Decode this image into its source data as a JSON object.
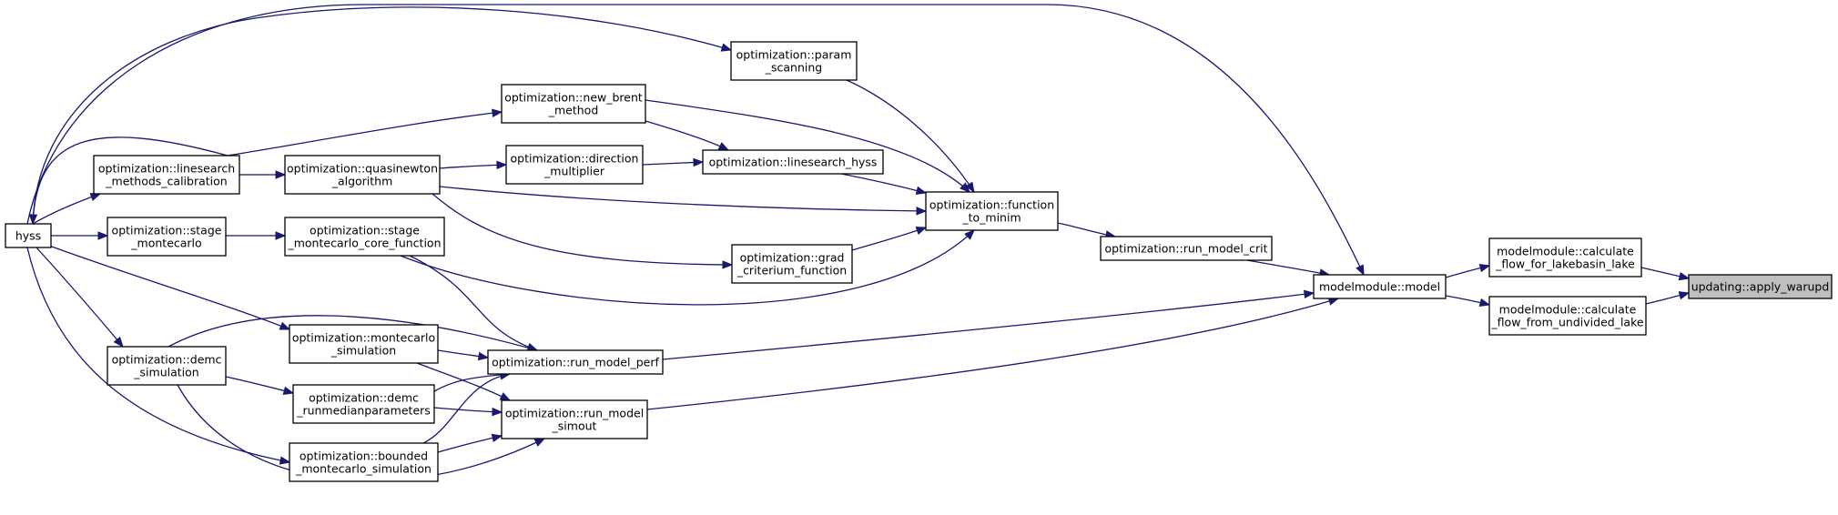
{
  "graph": {
    "nodes": [
      {
        "id": "hyss",
        "lines": [
          "hyss"
        ]
      },
      {
        "id": "ls_calib",
        "lines": [
          "optimization::linesearch",
          "_methods_calibration"
        ]
      },
      {
        "id": "stage_mc",
        "lines": [
          "optimization::stage",
          "_montecarlo"
        ]
      },
      {
        "id": "demc_sim",
        "lines": [
          "optimization::demc",
          "_simulation"
        ]
      },
      {
        "id": "quasinewton",
        "lines": [
          "optimization::quasinewton",
          "_algorithm"
        ]
      },
      {
        "id": "stage_core",
        "lines": [
          "optimization::stage",
          "_montecarlo_core_function"
        ]
      },
      {
        "id": "mc_sim",
        "lines": [
          "optimization::montecarlo",
          "_simulation"
        ]
      },
      {
        "id": "demc_runmed",
        "lines": [
          "optimization::demc",
          "_runmedianparameters"
        ]
      },
      {
        "id": "bounded_mc",
        "lines": [
          "optimization::bounded",
          "_montecarlo_simulation"
        ]
      },
      {
        "id": "new_brent",
        "lines": [
          "optimization::new_brent",
          "_method"
        ]
      },
      {
        "id": "direction",
        "lines": [
          "optimization::direction",
          "_multiplier"
        ]
      },
      {
        "id": "param_scan",
        "lines": [
          "optimization::param",
          "_scanning"
        ]
      },
      {
        "id": "ls_hyss",
        "lines": [
          "optimization::linesearch_hyss"
        ]
      },
      {
        "id": "grad_crit",
        "lines": [
          "optimization::grad",
          "_criterium_function"
        ]
      },
      {
        "id": "run_perf",
        "lines": [
          "optimization::run_model_perf"
        ]
      },
      {
        "id": "run_simout",
        "lines": [
          "optimization::run_model",
          "_simout"
        ]
      },
      {
        "id": "func_minim",
        "lines": [
          "optimization::function",
          "_to_minim"
        ]
      },
      {
        "id": "run_crit",
        "lines": [
          "optimization::run_model_crit"
        ]
      },
      {
        "id": "model",
        "lines": [
          "modelmodule::model"
        ]
      },
      {
        "id": "calc_lakebasin",
        "lines": [
          "modelmodule::calculate",
          "_flow_for_lakebasin_lake"
        ]
      },
      {
        "id": "calc_undivided",
        "lines": [
          "modelmodule::calculate",
          "_flow_from_undivided_lake"
        ]
      },
      {
        "id": "apply_warupd",
        "lines": [
          "updating::apply_warupd"
        ]
      }
    ]
  }
}
